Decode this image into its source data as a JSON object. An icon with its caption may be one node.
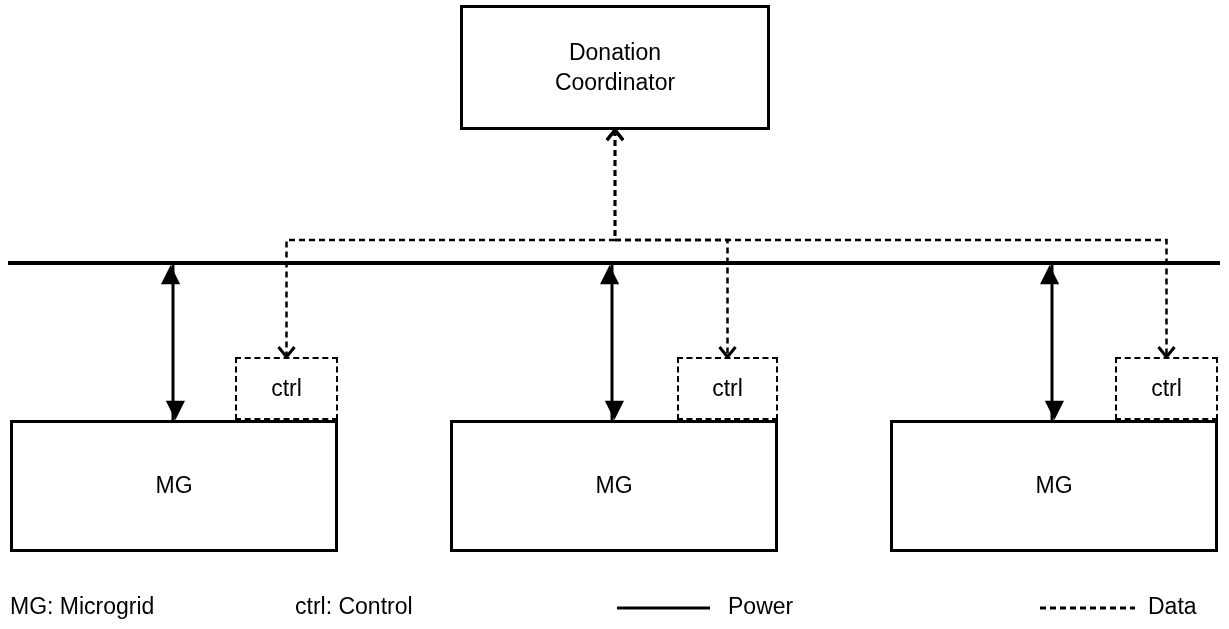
{
  "diagram": {
    "nodes": [
      {
        "text": [
          "Donation Coordinator"
        ]
      },
      {
        "text": [],
        "shape": "bar"
      },
      {
        "text": [
          "ctrl"
        ]
      },
      {
        "text": [
          "MG"
        ]
      },
      {
        "text": [
          "ctrl"
        ]
      },
      {
        "text": [
          "MG"
        ]
      },
      {
        "text": [
          "ctrl"
        ]
      },
      {
        "text": [
          "MG"
        ]
      }
    ],
    "edges": [
      {
        "from": 1,
        "to": 3,
        "arrow": "both"
      },
      {
        "from": 1,
        "to": 5,
        "arrow": "both"
      },
      {
        "from": 1,
        "to": 7,
        "arrow": "both"
      },
      {
        "from": 0,
        "to": 2,
        "arrow": "both",
        "style": "dashed"
      },
      {
        "from": 0,
        "to": 4,
        "arrow": "both",
        "style": "dashed"
      },
      {
        "from": 0,
        "to": 6,
        "arrow": "both",
        "style": "dashed"
      }
    ],
    "labels": [
      "MG: Microgrid",
      "ctrl: Control"
    ],
    "legend": [
      {
        "text": "Power"
      },
      {
        "text": "Data"
      }
    ]
  }
}
